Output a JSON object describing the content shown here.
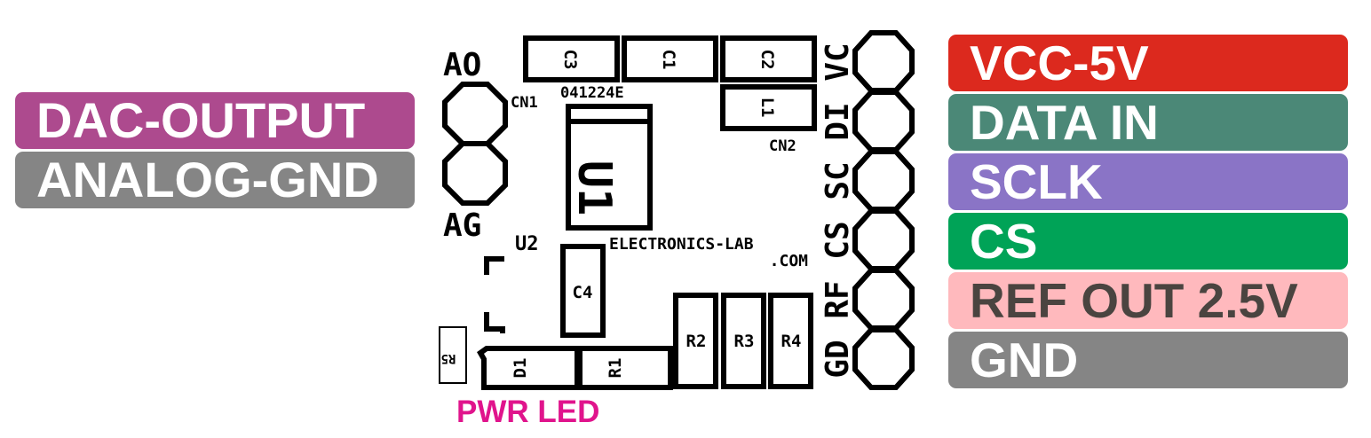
{
  "left_labels": [
    {
      "text": "DAC-OUTPUT",
      "color": "#ad4a8e",
      "text_color": "#ffffff"
    },
    {
      "text": "ANALOG-GND",
      "color": "#858585",
      "text_color": "#ffffff"
    }
  ],
  "right_labels": [
    {
      "text": "VCC-5V",
      "color": "#dc291e",
      "text_color": "#ffffff"
    },
    {
      "text": "DATA IN",
      "color": "#4b8877",
      "text_color": "#ffffff"
    },
    {
      "text": "SCLK",
      "color": "#8a74c6",
      "text_color": "#ffffff"
    },
    {
      "text": "CS",
      "color": "#00a357",
      "text_color": "#ffffff"
    },
    {
      "text": "REF OUT 2.5V",
      "color": "#ffb9bd",
      "text_color": "#4a4440"
    },
    {
      "text": "GND",
      "color": "#858585",
      "text_color": "#ffffff"
    }
  ],
  "board": {
    "cn1_pin_labels": [
      "AO",
      "AG"
    ],
    "cn1_label": "CN1",
    "cn2_label": "CN2",
    "cn2_pin_labels": [
      "VC",
      "DI",
      "SC",
      "CS",
      "RF",
      "GD"
    ],
    "part_code": "041224E",
    "u1_label": "U1",
    "u2_label": "U2",
    "brand_line1": "ELECTRONICS-LAB",
    "brand_line2": ".COM",
    "components": {
      "c3": "C3",
      "c1": "C1",
      "c2": "C2",
      "l1": "L1",
      "c4": "C4",
      "r1": "R1",
      "r2": "R2",
      "r3": "R3",
      "r4": "R4",
      "r5": "R5",
      "d1": "D1"
    }
  },
  "pwr_led_label": "PWR LED"
}
